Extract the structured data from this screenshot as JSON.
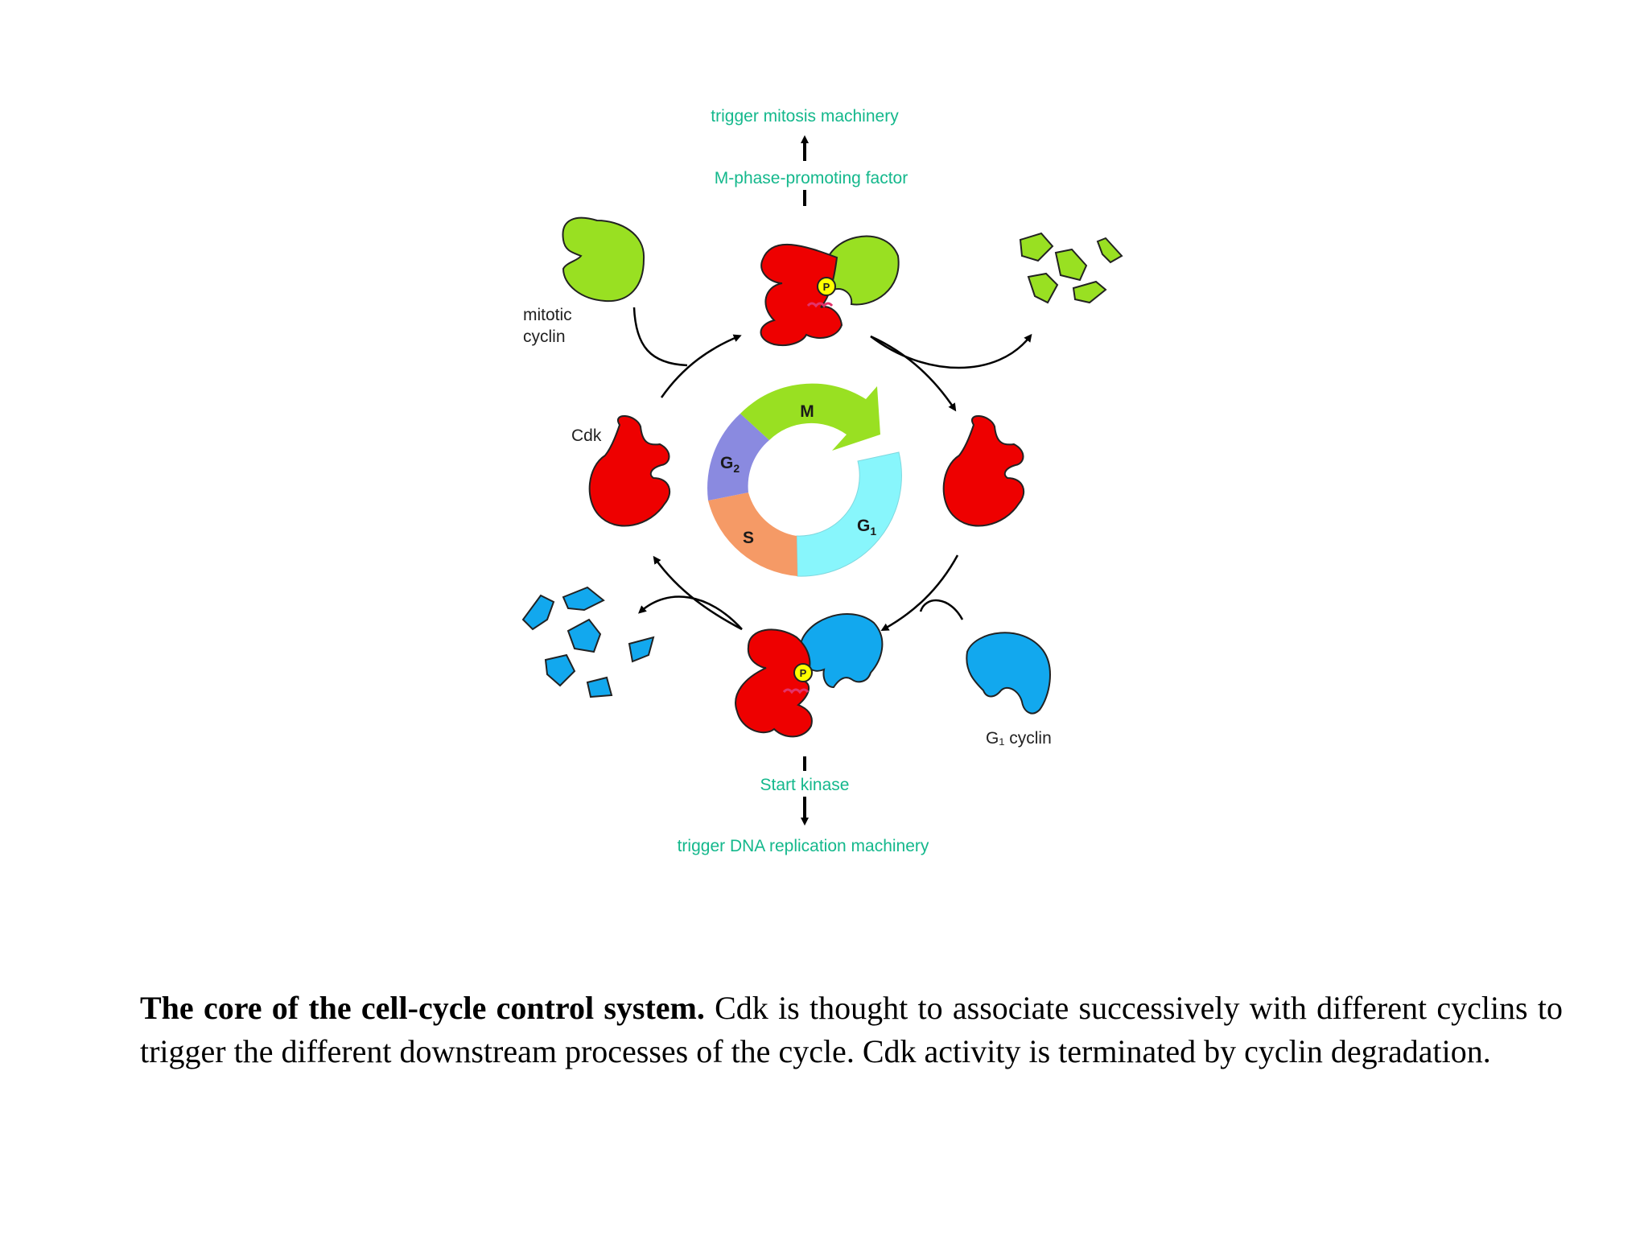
{
  "diagram": {
    "top_output": "trigger mitosis machinery",
    "top_complex": "M-phase-promoting factor",
    "bottom_complex": "Start kinase",
    "bottom_output": "trigger DNA replication machinery",
    "mitotic_cyclin_line1": "mitotic",
    "mitotic_cyclin_line2": "cyclin",
    "cdk_label": "Cdk",
    "g1_cyclin_label": "G₁ cyclin",
    "phosphate": "P",
    "phases": {
      "m": "M",
      "g1": "G",
      "g1_sub": "1",
      "s": "S",
      "g2": "G",
      "g2_sub": "2"
    },
    "colors": {
      "cdk": "#ee0000",
      "mitotic_cyclin": "#99e022",
      "g1_cyclin": "#12a8ee",
      "phase_m": "#99e022",
      "phase_g1": "#88f6fc",
      "phase_s": "#f59a66",
      "phase_g2": "#8a8ae0",
      "label_green": "#14b88c"
    }
  },
  "caption": {
    "bold": "The core of the cell-cycle control system.",
    "text": " Cdk is thought to associate successively with different cyclins to trigger the different downstream processes of the cycle. Cdk activity is terminated by cyclin degradation."
  }
}
